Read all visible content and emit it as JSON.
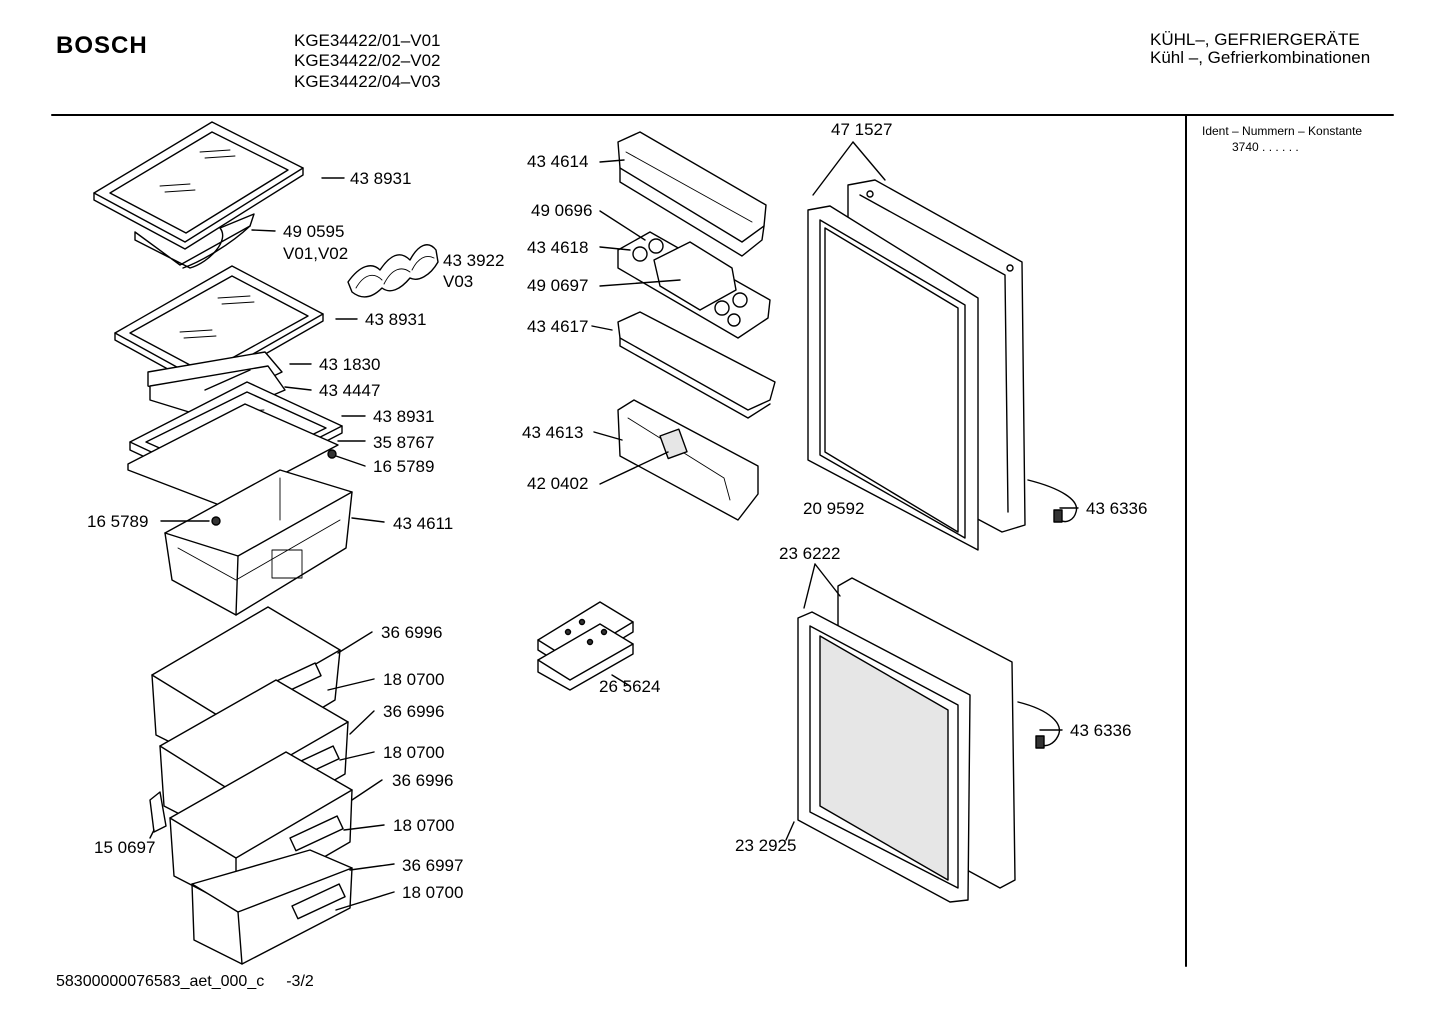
{
  "header": {
    "brand": "BOSCH",
    "models": [
      "KGE34422/01–V01",
      "KGE34422/02–V02",
      "KGE34422/04–V03"
    ],
    "category_line1": "KÜHL–, GEFRIERGERÄTE",
    "category_line2": "Kühl –, Gefrierkombinationen"
  },
  "sidebar": {
    "ident_title": "Ident – Nummern – Konstante",
    "constant": "3740  .  .   .  .  .  ."
  },
  "footer": {
    "doc_id": "58300000076583_aet_000_c",
    "page": "-3/2"
  },
  "parts": {
    "p_438931_a": "43 8931",
    "p_490595": "49 0595",
    "p_v01v02": "V01,V02",
    "p_433922": "43 3922",
    "p_v03": "V03",
    "p_438931_b": "43 8931",
    "p_431830": "43 1830",
    "p_434447": "43 4447",
    "p_438931_c": "43 8931",
    "p_358767": "35 8767",
    "p_165789_a": "16 5789",
    "p_165789_b": "16 5789",
    "p_434611": "43 4611",
    "p_366996_a": "36 6996",
    "p_180700_a": "18 0700",
    "p_366996_b": "36 6996",
    "p_180700_b": "18 0700",
    "p_366996_c": "36 6996",
    "p_180700_c": "18 0700",
    "p_150697": "15 0697",
    "p_366997": "36 6997",
    "p_180700_d": "18 0700",
    "p_434614": "43 4614",
    "p_490696": "49 0696",
    "p_434618": "43 4618",
    "p_490697": "49 0697",
    "p_434617": "43 4617",
    "p_434613": "43 4613",
    "p_420402": "42 0402",
    "p_265624": "26 5624",
    "p_471527": "47 1527",
    "p_209592": "20 9592",
    "p_436336_a": "43 6336",
    "p_236222": "23 6222",
    "p_436336_b": "43 6336",
    "p_232925": "23 2925"
  }
}
